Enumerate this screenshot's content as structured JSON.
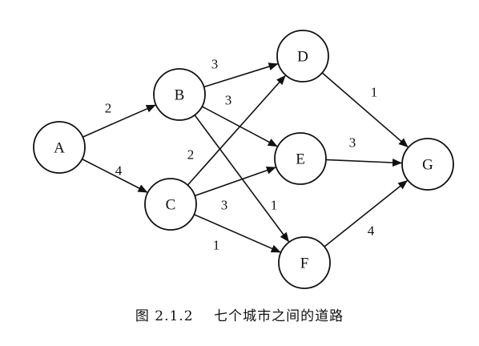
{
  "graph": {
    "nodes": [
      {
        "id": "A",
        "label": "A"
      },
      {
        "id": "B",
        "label": "B"
      },
      {
        "id": "C",
        "label": "C"
      },
      {
        "id": "D",
        "label": "D"
      },
      {
        "id": "E",
        "label": "E"
      },
      {
        "id": "F",
        "label": "F"
      },
      {
        "id": "G",
        "label": "G"
      }
    ],
    "edges": [
      {
        "from": "A",
        "to": "B",
        "weight": "2"
      },
      {
        "from": "A",
        "to": "C",
        "weight": "4"
      },
      {
        "from": "B",
        "to": "D",
        "weight": "3"
      },
      {
        "from": "B",
        "to": "E",
        "weight": "3"
      },
      {
        "from": "B",
        "to": "F",
        "weight": "1"
      },
      {
        "from": "C",
        "to": "D",
        "weight": "2"
      },
      {
        "from": "C",
        "to": "E",
        "weight": "3"
      },
      {
        "from": "C",
        "to": "F",
        "weight": "1"
      },
      {
        "from": "D",
        "to": "G",
        "weight": "1"
      },
      {
        "from": "E",
        "to": "G",
        "weight": "3"
      },
      {
        "from": "F",
        "to": "G",
        "weight": "4"
      }
    ]
  },
  "caption": "图 2.1.2    七个城市之间的道路"
}
